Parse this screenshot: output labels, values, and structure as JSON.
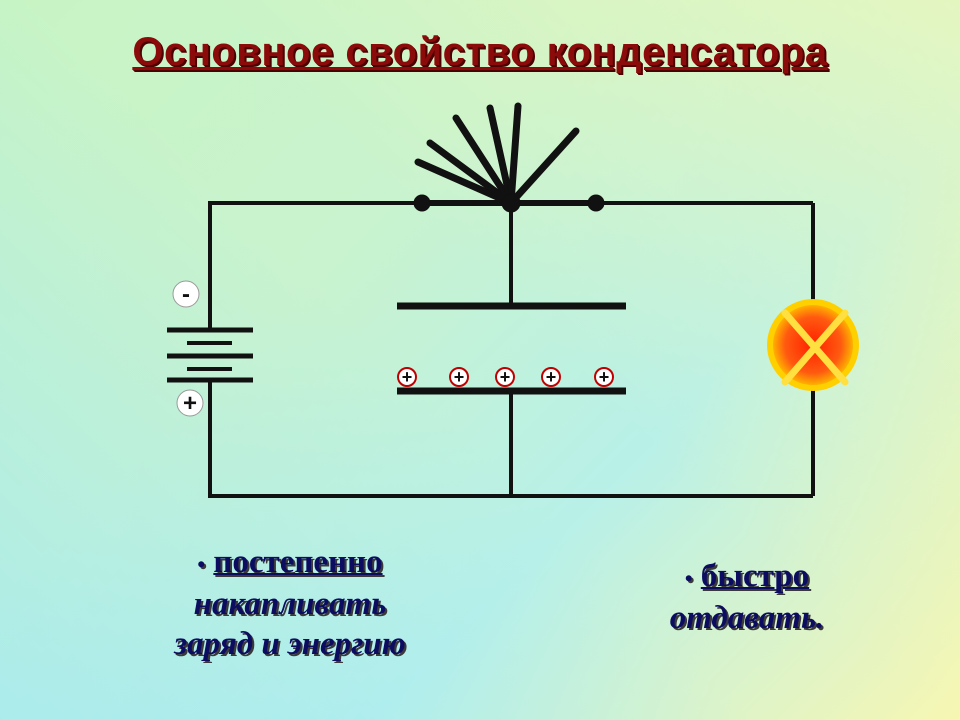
{
  "title": "Основное свойство конденсатора",
  "battery": {
    "minus_label": "-",
    "plus_label": "+"
  },
  "capacitor": {
    "charge_sign": "+",
    "charge_count": 5
  },
  "captions": {
    "left": {
      "bullet": "•",
      "line1": "постепенно",
      "line2": "накапливать",
      "line3": "заряд и энергию"
    },
    "right": {
      "bullet": "•",
      "line1": "быстро",
      "line2": "отдавать."
    }
  },
  "colors": {
    "title": "#8b0a0a",
    "caption": "#0c0c60",
    "wire": "#111111",
    "lamp_fill": "#ff3a10",
    "lamp_glow": "#ffd000",
    "lamp_cross": "#ffe040",
    "charge_ring": "#c00000"
  }
}
